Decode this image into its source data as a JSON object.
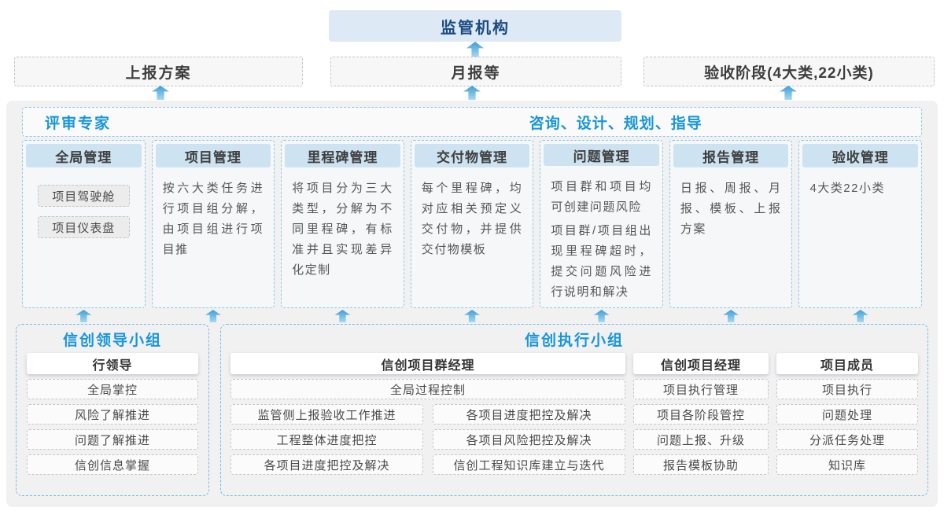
{
  "top": {
    "regulator": "监管机构",
    "report_boxes": [
      "上报方案",
      "月报等",
      "验收阶段(4大类,22小类)"
    ]
  },
  "middle": {
    "left_header": "评审专家",
    "right_header": "咨询、设计、规划、指导",
    "columns": [
      {
        "title": "全局管理",
        "items": [
          "项目驾驶舱",
          "项目仪表盘"
        ]
      },
      {
        "title": "项目管理",
        "paras": [
          "按六大类任务进行项目组分解，由项目组进行项目推"
        ]
      },
      {
        "title": "里程碑管理",
        "paras": [
          "将项目分为三大类型，分解为不同里程碑，有标准并且实现差异化定制"
        ]
      },
      {
        "title": "交付物管理",
        "paras": [
          "每个里程碑，均对应相关预定义交付物，并提供交付物模板"
        ]
      },
      {
        "title": "问题管理",
        "paras": [
          "项目群和项目均可创建问题风险",
          "项目群/项目组出现里程碑超时，提交问题风险进行说明和解决"
        ]
      },
      {
        "title": "报告管理",
        "paras": [
          "日报、周报、月报、模板、上报方案"
        ]
      },
      {
        "title": "验收管理",
        "paras": [
          "4大类22小类"
        ]
      }
    ]
  },
  "bottom": {
    "leader": {
      "title": "信创领导小组",
      "role": "行领导",
      "items": [
        "全局掌控",
        "风险了解推进",
        "问题了解推进",
        "信创信息掌握"
      ]
    },
    "exec": {
      "title": "信创执行小组",
      "pm_group": {
        "role": "信创项目群经理",
        "full_item": "全局过程控制",
        "grid_items": [
          "监管侧上报验收工作推进",
          "各项目进度把控及解决",
          "工程整体进度把控",
          "各项目风险把控及解决",
          "各项目进度把控及解决",
          "信创工程知识库建立与迭代"
        ]
      },
      "pm": {
        "role": "信创项目经理",
        "items": [
          "项目执行管理",
          "项目各阶段管控",
          "问题上报、升级",
          "报告模板协助"
        ]
      },
      "member": {
        "role": "项目成员",
        "items": [
          "项目执行",
          "问题处理",
          "分派任务处理",
          "知识库"
        ]
      }
    }
  },
  "colors": {
    "accent_blue": "#1896d9",
    "navy_title": "#1c4b80",
    "regulator_bg": "#dde9f5",
    "column_header_bg": "#cde3f1",
    "container_bg": "#f1f1f2",
    "dashed_blue_border": "#8ac7ea",
    "arrow_gradient_top": "#3e9fd6",
    "arrow_gradient_bottom": "#a8d8f0"
  }
}
